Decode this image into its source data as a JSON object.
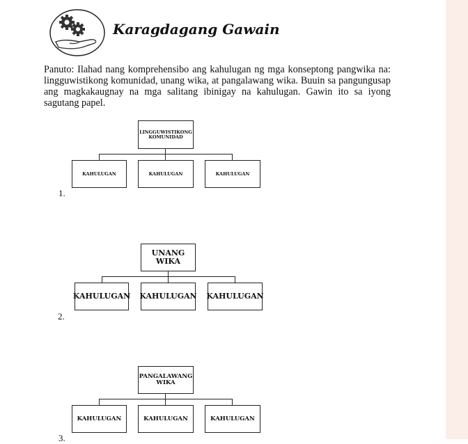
{
  "header": {
    "title": "Karagdagang Gawain",
    "logo_icon": "gears-in-hand-icon"
  },
  "instructions": "Panuto: Ilahad nang komprehensibo ang kahulugan ng mga konseptong pangwika na: lingguwistikong komunidad, unang wika, at pangalawang wika. Buuin sa pangungusap ang magkakaugnay na mga salitang ibinigay na kahulugan. Gawin ito sa iyong sagutang papel.",
  "diagrams": [
    {
      "number": "1.",
      "top": "LINGGUWISTIKONG KOMUNIDAD",
      "children": [
        "KAHULUGAN",
        "KAHULUGAN",
        "KAHULUGAN"
      ]
    },
    {
      "number": "2.",
      "top": "UNANG WIKA",
      "children": [
        "KAHULUGAN",
        "KAHULUGAN",
        "KAHULUGAN"
      ]
    },
    {
      "number": "3.",
      "top": "PANGALAWANG WIKA",
      "children": [
        "KAHULUGAN",
        "KAHULUGAN",
        "KAHULUGAN"
      ]
    }
  ]
}
